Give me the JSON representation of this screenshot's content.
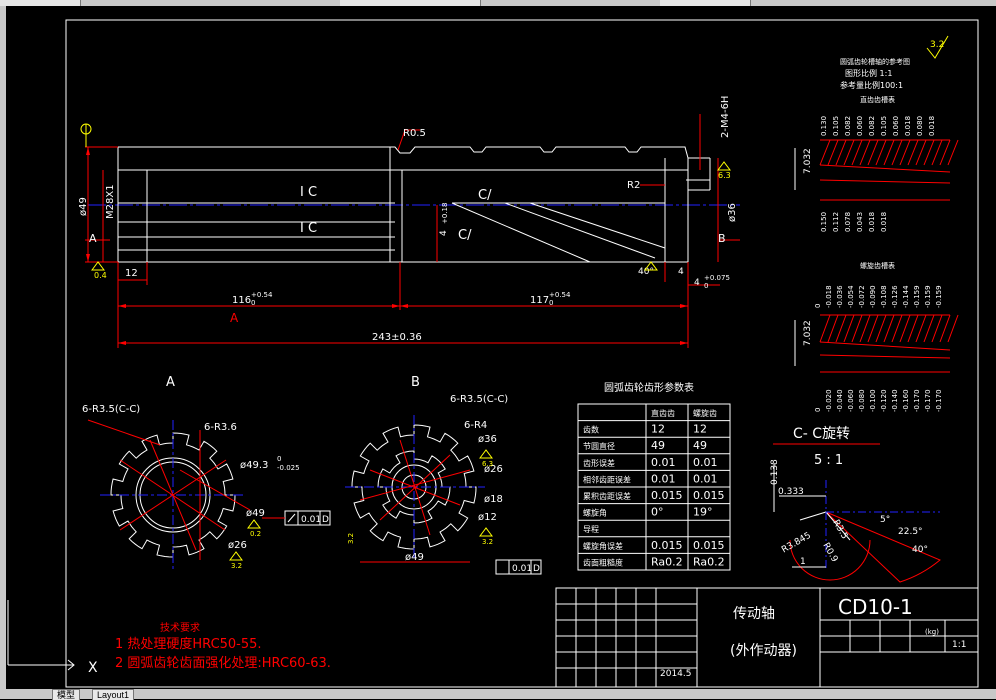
{
  "tabs": {
    "model": "模型",
    "layout": "Layout1"
  },
  "drawing": {
    "surface_mark": "3.2",
    "spec": {
      "title": "圆弧齿轮槽轴的参考图",
      "scale": "图形比例 1:1",
      "error_scale": "参考量比例100:1",
      "straight_label": "直齿齿槽表",
      "helix_label": "螺旋齿槽表"
    },
    "spec_values_top": [
      "0.130",
      "0.105",
      "0.082",
      "0.060",
      "0.082",
      "0.105",
      "0.060",
      "0.018",
      "0.080",
      "0.018"
    ],
    "spec_values_mid": [
      "0.150",
      "0.112",
      "0.078",
      "0.043",
      "0.018",
      "0.018"
    ],
    "spec_values_helix_top": [
      "0",
      "-0.018",
      "-0.036",
      "-0.054",
      "-0.072",
      "-0.090",
      "-0.108",
      "-0.126",
      "-0.144",
      "-0.159",
      "-0.159",
      "-0.159"
    ],
    "spec_values_helix_bot": [
      "0",
      "-0.020",
      "-0.040",
      "-0.060",
      "-0.080",
      "-0.100",
      "-0.120",
      "-0.140",
      "-0.160",
      "-0.170",
      "-0.170",
      "-0.170"
    ],
    "dim_7032": "7.032",
    "r05": "R0.5",
    "r2": "R2",
    "m4": "2-M4-6H",
    "d49": "ø49",
    "m28": "M28X1",
    "d36": "ø36",
    "ic": "I C",
    "cc": "C/",
    "d4": "4",
    "d4s": "+0.18",
    "d40": "40°",
    "d12": "12",
    "d116": "116",
    "d116t": "+0.54",
    "d116b": "0",
    "d117": "117",
    "d117t": "+0.54",
    "d117b": "0",
    "d4b": "4",
    "d4bt": "+0.075",
    "d4bb": "0",
    "total": "243±0.36",
    "labelA": "A",
    "labelB": "B",
    "viewA": "A",
    "viewB": "B",
    "flatness": "0.4",
    "surf_b": "6.3",
    "r63": "6.3",
    "secA": {
      "r35": "6-R3.5(C-C)",
      "r36": "6-R3.6",
      "d493": "ø49.3",
      "d493t": "0",
      "d493b": "-0.025",
      "d49": "ø49",
      "d26": "ø26",
      "surf1": "0.2",
      "surf2": "3.2",
      "tol": "0.01",
      "datum": "D"
    },
    "secB": {
      "r35": "6-R3.5(C-C)",
      "r4": "6-R4",
      "d36": "ø36",
      "d26": "ø26",
      "d18": "ø18",
      "d12": "ø12",
      "d49": "ø49",
      "s63": "6.3",
      "s32": "3.2",
      "s32b": "3.2",
      "tol": "0.01",
      "datum": "D"
    },
    "table": {
      "title": "圆弧齿轮齿形参数表",
      "headers": [
        "",
        "直齿齿",
        "螺旋齿"
      ],
      "rows": [
        [
          "齿数",
          "12",
          "12"
        ],
        [
          "节圆直径",
          "49",
          "49"
        ],
        [
          "齿形误差",
          "0.01",
          "0.01"
        ],
        [
          "相邻齿距误差",
          "0.01",
          "0.01"
        ],
        [
          "累积齿距误差",
          "0.015",
          "0.015"
        ],
        [
          "螺旋角",
          "0°",
          "19°"
        ],
        [
          "导程",
          "",
          ""
        ],
        [
          "螺旋角误差",
          "0.015",
          "0.015"
        ],
        [
          "齿面粗糙度",
          "Ra0.2",
          "Ra0.2"
        ]
      ]
    },
    "ccview": {
      "title": "C- C旋转",
      "scale": "5 : 1",
      "d0138": "0.138",
      "d0333": "0.333",
      "r3845": "R3.845",
      "r35": "R3.5",
      "r09": "R0.9",
      "a5": "5°",
      "a225": "22.5°",
      "a40": "40°",
      "d1": "1"
    },
    "tech": {
      "title": "技术要求",
      "line1": "1  热处理硬度HRC50-55.",
      "line2": "2  圆弧齿轮齿面强化处理:HRC60-63."
    },
    "titleblock": {
      "name": "传动轴",
      "sub": "(外作动器)",
      "code": "CD10-1",
      "scale": "1:1",
      "date": "2014.5",
      "unit": "(kg)"
    }
  }
}
